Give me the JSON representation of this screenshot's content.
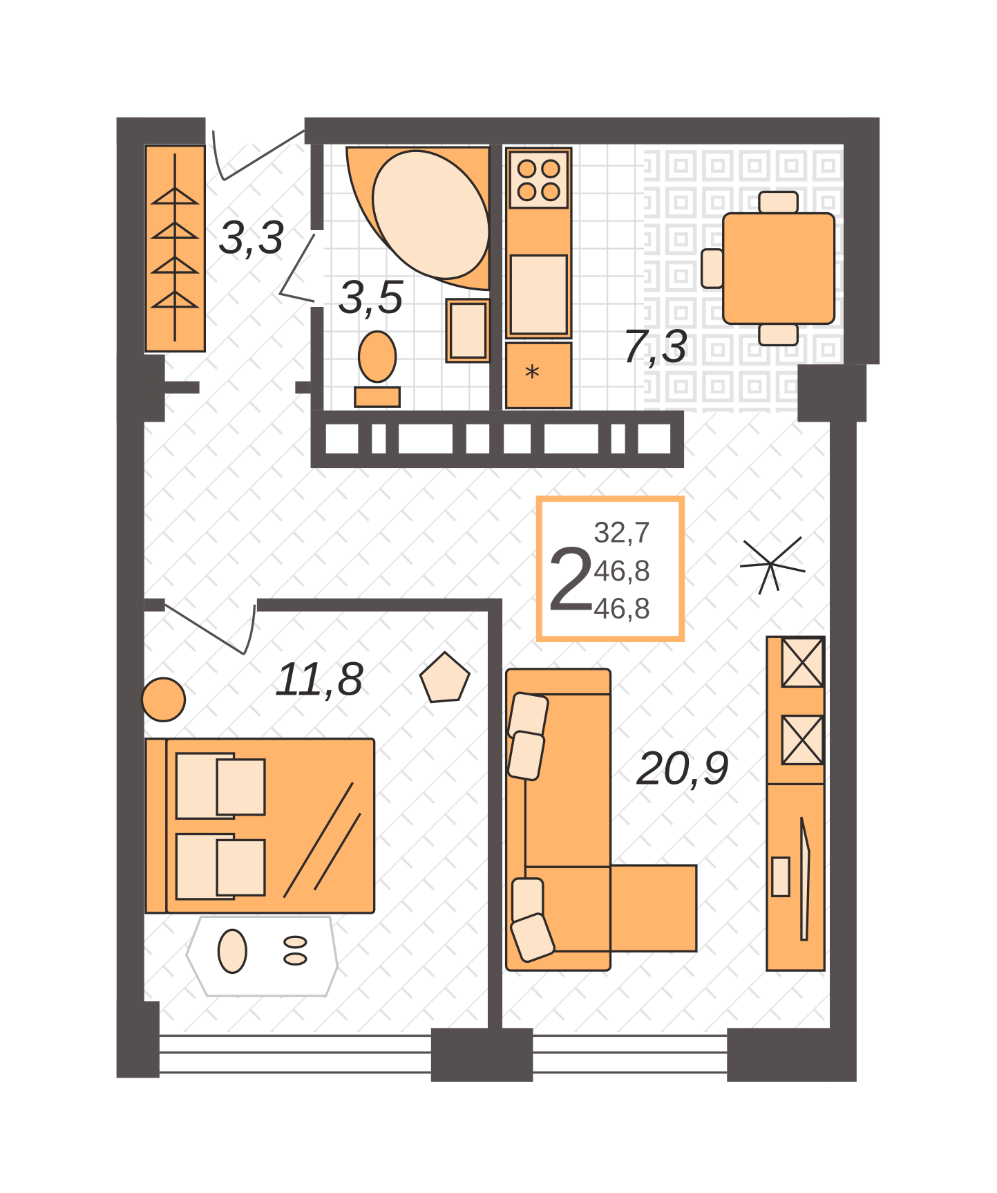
{
  "plan": {
    "rooms": [
      {
        "name": "hallway",
        "area": "3,3"
      },
      {
        "name": "bathroom",
        "area": "3,5"
      },
      {
        "name": "kitchen",
        "area": "7,3"
      },
      {
        "name": "bedroom",
        "area": "11,8"
      },
      {
        "name": "living-room",
        "area": "20,9"
      }
    ],
    "summary": {
      "rooms_count": "2",
      "living_area": "32,7",
      "total_area": "46,8",
      "total_area_with_balcony": "46,8"
    },
    "colors": {
      "wall": "#55504f",
      "accent": "#ffb56b",
      "accent_light": "#fde3c8"
    }
  }
}
